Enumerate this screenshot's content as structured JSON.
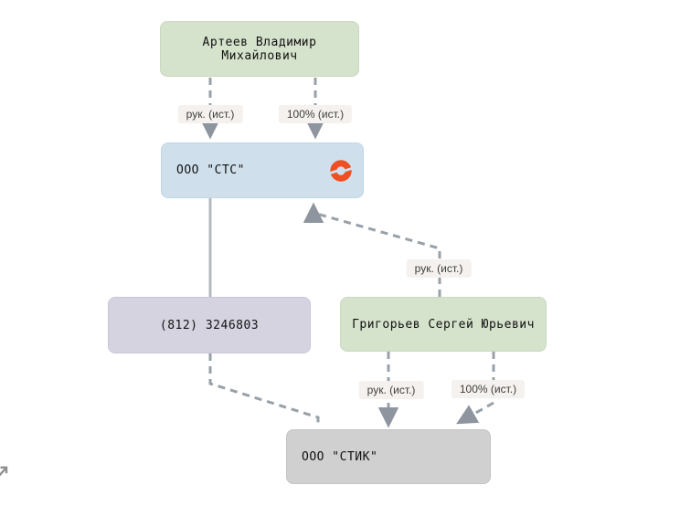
{
  "diagram": {
    "nodes": {
      "arteev": {
        "label": "Артеев Владимир Михайлович",
        "type": "person",
        "color": "#d5e2cc"
      },
      "sts": {
        "label": "ООО \"СТС\"",
        "type": "company",
        "color": "#cfe0ec",
        "icon": "focus-ring-icon",
        "icon_color": "#f04e23"
      },
      "phone": {
        "label": "(812) 3246803",
        "type": "phone",
        "color": "#d6d3e1"
      },
      "grigoryev": {
        "label": "Григорьев Сергей Юрьевич",
        "type": "person",
        "color": "#d5e2cc"
      },
      "stik": {
        "label": "ООО \"СТИК\"",
        "type": "company",
        "color": "#d0d0d0"
      }
    },
    "edge_labels": {
      "arteev_sts_role": "рук. (ист.)",
      "arteev_sts_share": "100% (ист.)",
      "grigoryev_sts_role": "рук. (ист.)",
      "grigoryev_stik_role": "рук. (ист.)",
      "grigoryev_stik_share": "100% (ист.)"
    },
    "colors": {
      "edge_dashed": "#98a0a8",
      "edge_solid": "#b5b9bf",
      "label_bg": "#f4f1ee",
      "accent": "#f04e23"
    }
  }
}
